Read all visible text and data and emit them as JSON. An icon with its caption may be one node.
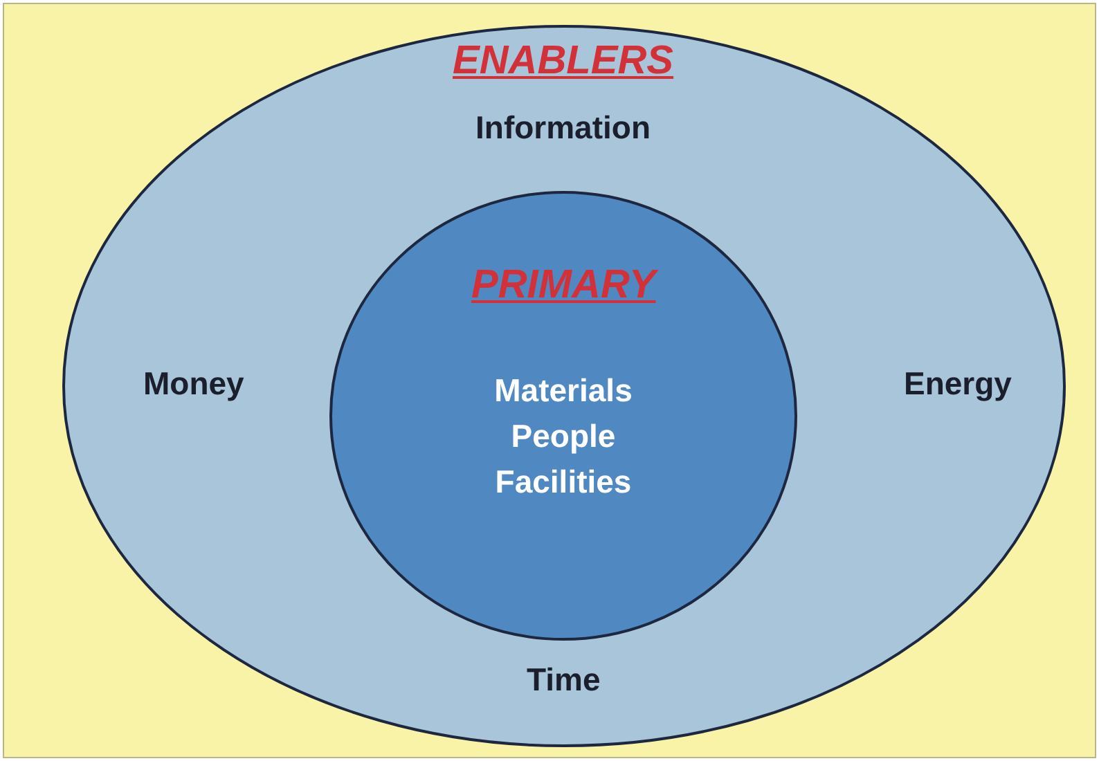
{
  "diagram": {
    "nodes": [
      {
        "text": [
          "ENABLERS",
          "Information",
          "Money",
          "Energy",
          "Time"
        ]
      },
      {
        "text": [
          "PRIMARY",
          "Materials People Facilities"
        ],
        "in": 0
      }
    ]
  }
}
